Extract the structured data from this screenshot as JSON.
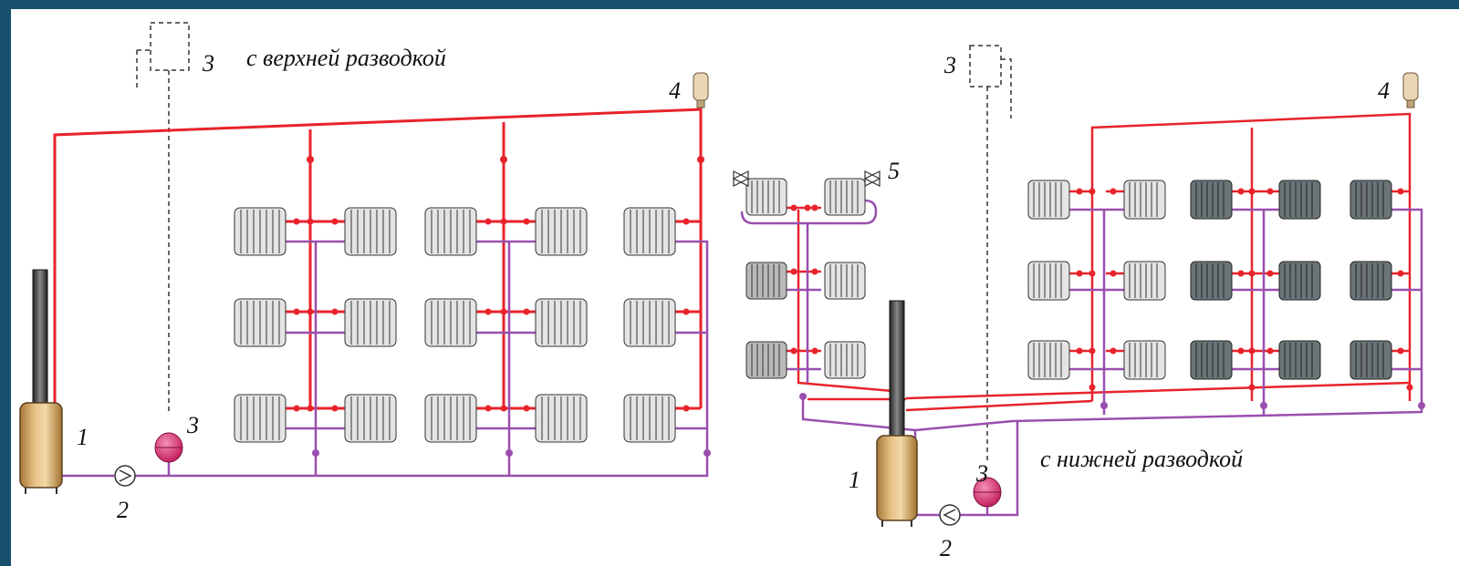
{
  "captions": {
    "top": "с верхней разводкой",
    "bottom": "с нижней разводкой"
  },
  "numbers": {
    "boiler": "1",
    "pump": "2",
    "tank": "3",
    "vent": "4",
    "valve": "5"
  },
  "colors": {
    "frame": "#17506c",
    "supply": "#e8232b",
    "return": "#9a4fb0",
    "boiler": "#c9a060",
    "tank": "#d81b60",
    "radiator_light": "#d7d7d7",
    "radiator_dark": "#6b7478"
  },
  "icons": [
    "boiler-icon",
    "pump-icon",
    "expansion-tank-icon",
    "air-vent-icon",
    "valve-icon",
    "radiator-icon"
  ]
}
